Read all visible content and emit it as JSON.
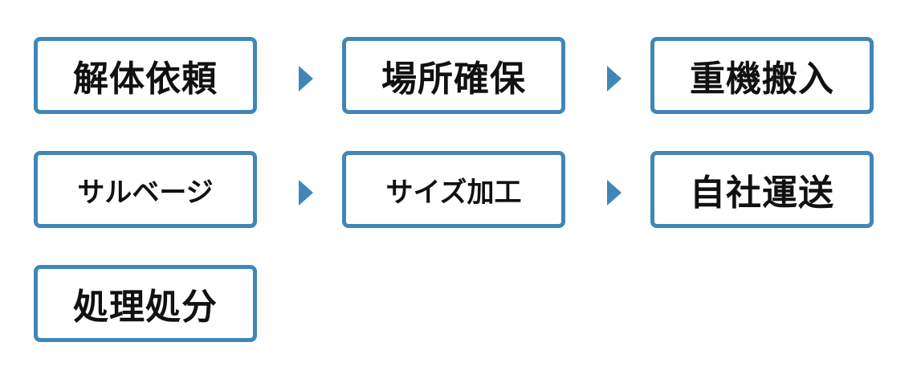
{
  "steps": [
    {
      "label": "解体依頼"
    },
    {
      "label": "場所確保"
    },
    {
      "label": "重機搬入"
    },
    {
      "label": "サルベージ"
    },
    {
      "label": "サイズ加工"
    },
    {
      "label": "自社運送"
    },
    {
      "label": "処理処分"
    }
  ],
  "colors": {
    "border": "#3f87b8",
    "arrow": "#3f87b8",
    "text": "#111111"
  }
}
